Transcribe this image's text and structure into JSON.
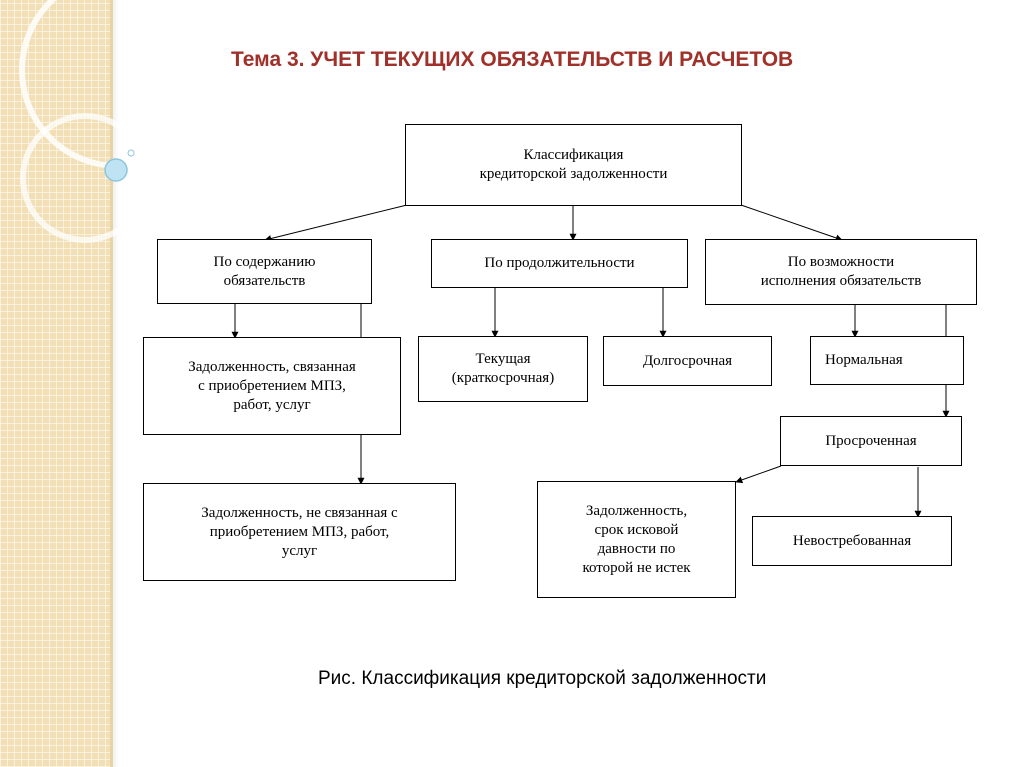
{
  "slide": {
    "title": "Тема 3. УЧЕТ ТЕКУЩИХ ОБЯЗАТЕЛЬСТВ И РАСЧЕТОВ",
    "caption": "Рис. Классификация кредиторской задолженности"
  },
  "diagram": {
    "root": "Классификация\nкредиторской задолженности",
    "by_content": "По содержанию\nобязательств",
    "by_duration": "По продолжительности",
    "by_execution": "По возможности\nисполнения обязательств",
    "related": "Задолженность,  связанная\nс приобретением МПЗ,\nработ, услуг",
    "unrelated": "Задолженность, не связанная с\nприобретением МПЗ, работ,\nуслуг",
    "current": "Текущая\n(краткосрочная)",
    "longterm": "Долгосрочная",
    "normal": "Нормальная",
    "overdue": "Просроченная",
    "not_expired": "Задолженность,\nсрок исковой\nдавности по\nкоторой не истек",
    "unclaimed": "Невостребованная"
  },
  "decoration": {
    "panel_color": "#f2dfb6",
    "title_color": "#a0312a",
    "ring_color": "#ffffff",
    "bubble_color": "#bfe3f2"
  }
}
